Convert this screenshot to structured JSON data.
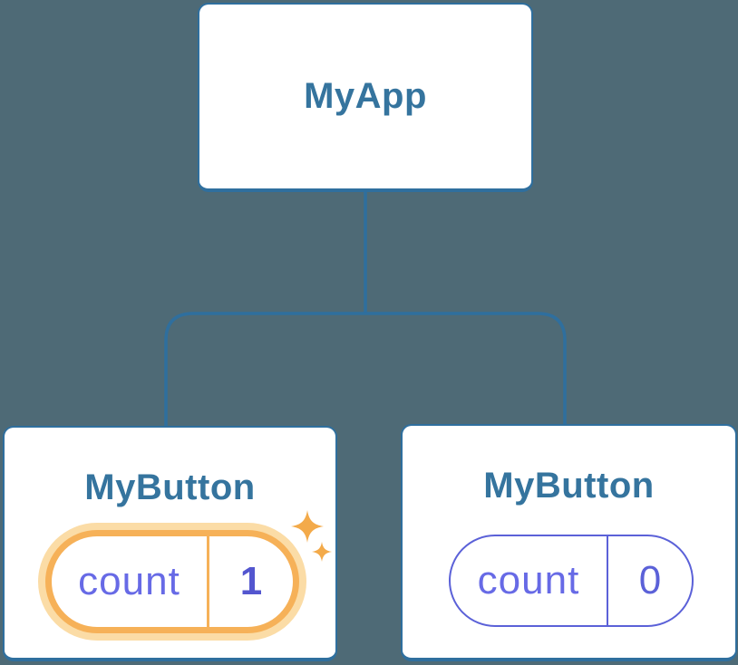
{
  "diagram": {
    "title": "react-component-tree-state-isolation",
    "root": {
      "label": "MyApp"
    },
    "left_child": {
      "label": "MyButton",
      "state_key": "count",
      "state_value": "1",
      "highlighted": true
    },
    "right_child": {
      "label": "MyButton",
      "state_key": "count",
      "state_value": "0",
      "highlighted": false
    }
  },
  "icons": {
    "sparkle_large": "sparkle-icon",
    "sparkle_small": "sparkle-icon"
  },
  "colors": {
    "background": "#4e6a76",
    "node_border_blue": "#2f6f9e",
    "node_label_blue": "#35749e",
    "connector_blue": "#2f6f9e",
    "pill_purple": "#5b61d8",
    "state_key_purple": "#676ae6",
    "state_value_purple": "#5356cf",
    "highlight_orange": "#f6b158",
    "highlight_halo": "#fbdca6",
    "sparkle_orange": "#f3aa4a",
    "card_background": "#ffffff"
  }
}
